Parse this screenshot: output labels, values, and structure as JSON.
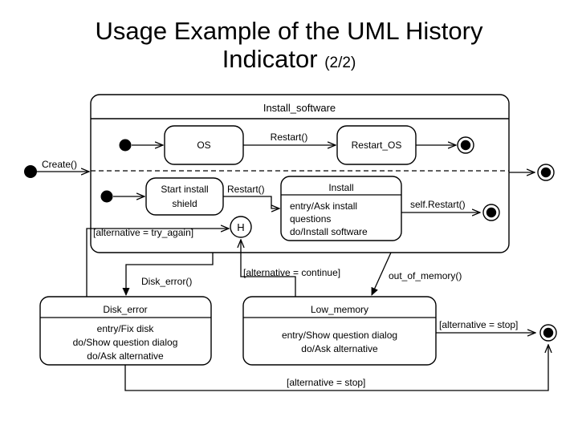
{
  "slide": {
    "title_line1": "Usage Example of the UML History",
    "title_line2": "Indicator",
    "title_suffix": "(2/2)",
    "background": "#ffffff",
    "ink": "#000000"
  },
  "diagram": {
    "type": "uml-state-machine",
    "composite_state": {
      "name": "Install_software",
      "regions": 2
    },
    "states": [
      {
        "id": "os",
        "name": "OS",
        "region": "top",
        "compartments": []
      },
      {
        "id": "restart_os",
        "name": "Restart_OS",
        "region": "top",
        "compartments": []
      },
      {
        "id": "start_install_shield",
        "name_line1": "Start install",
        "name_line2": "shield",
        "region": "bottom",
        "compartments": []
      },
      {
        "id": "install",
        "name": "Install",
        "region": "bottom",
        "compartments": [
          "entry/Ask install",
          "questions",
          "do/Install software"
        ]
      },
      {
        "id": "disk_error",
        "name": "Disk_error",
        "region": "outer",
        "compartments": [
          "entry/Fix disk",
          "do/Show question dialog",
          "do/Ask alternative"
        ]
      },
      {
        "id": "low_memory",
        "name": "Low_memory",
        "region": "outer",
        "compartments": [
          "entry/Show question dialog",
          "do/Ask alternative"
        ]
      }
    ],
    "pseudostates": [
      {
        "id": "initial-outer",
        "kind": "initial"
      },
      {
        "id": "initial-top",
        "kind": "initial"
      },
      {
        "id": "initial-bottom",
        "kind": "initial"
      },
      {
        "id": "history",
        "kind": "shallow-history",
        "label": "H"
      },
      {
        "id": "final-top",
        "kind": "final"
      },
      {
        "id": "final-outer-right",
        "kind": "final"
      },
      {
        "id": "final-install",
        "kind": "final"
      },
      {
        "id": "final-bottom-right",
        "kind": "final"
      }
    ],
    "transitions": [
      {
        "id": "t-create",
        "label": "Create()",
        "from": "initial-outer",
        "to": "composite"
      },
      {
        "id": "t-os-restart",
        "label": "Restart()",
        "from": "os",
        "to": "restart_os"
      },
      {
        "id": "t-shield-restart",
        "label": "Restart()",
        "from": "start_install_shield",
        "to": "install"
      },
      {
        "id": "t-install-self",
        "label": "self.Restart()",
        "from": "install",
        "to": "final-install"
      },
      {
        "id": "t-disk-error",
        "label": "Disk_error()",
        "from": "composite",
        "to": "disk_error"
      },
      {
        "id": "t-out-of-memory",
        "label": "out_of_memory()",
        "from": "composite",
        "to": "low_memory"
      },
      {
        "id": "t-try-again",
        "label": "[alternative = try_again]",
        "from": "disk_error",
        "to": "history"
      },
      {
        "id": "t-continue",
        "label": "[alternative = continue]",
        "from": "low_memory",
        "to": "history"
      },
      {
        "id": "t-stop-right",
        "label": "[alternative = stop]",
        "from": "low_memory",
        "to": "final-bottom-right"
      },
      {
        "id": "t-stop-bottom",
        "label": "[alternative = stop]",
        "from": "disk_error",
        "to": "final-bottom-right"
      }
    ]
  }
}
